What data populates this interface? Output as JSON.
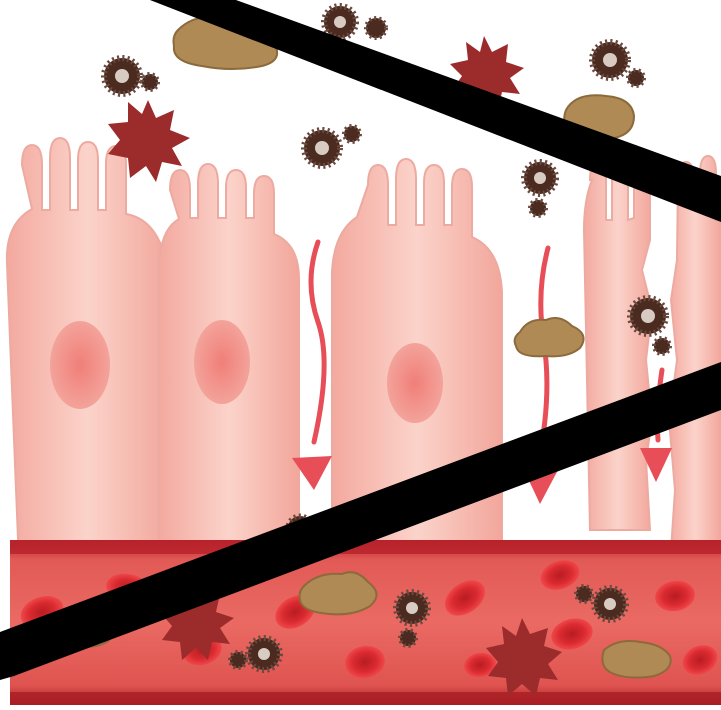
{
  "illustration": {
    "colors": {
      "background": "#ffffff",
      "cell_body": "#f6b7ac",
      "cell_body_light": "#fbd7cf",
      "cell_edge": "#e89a8e",
      "nucleus": "#ee8f86",
      "arrow": "#e84e58",
      "vessel": "#d23a3a",
      "vessel_dark": "#a81e24",
      "vessel_light": "#e45a55",
      "red_blood_cell": "#e53338",
      "red_blood_cell_center": "#b81c22",
      "toxin_star": "#9c2c2c",
      "bacterium_body": "#4b2a20",
      "bacterium_spikes": "#6b4a3f",
      "bacterium_center": "#d8ccc2",
      "food_particle": "#b08a55",
      "food_particle_edge": "#8c6a3c",
      "blocking_bar": "#000000"
    },
    "icons": [
      "epithelial-cell",
      "cell-nucleus",
      "leak-arrow",
      "blood-vessel",
      "red-blood-cell",
      "toxin-star",
      "bacterium",
      "food-particle",
      "blocking-bar"
    ]
  }
}
